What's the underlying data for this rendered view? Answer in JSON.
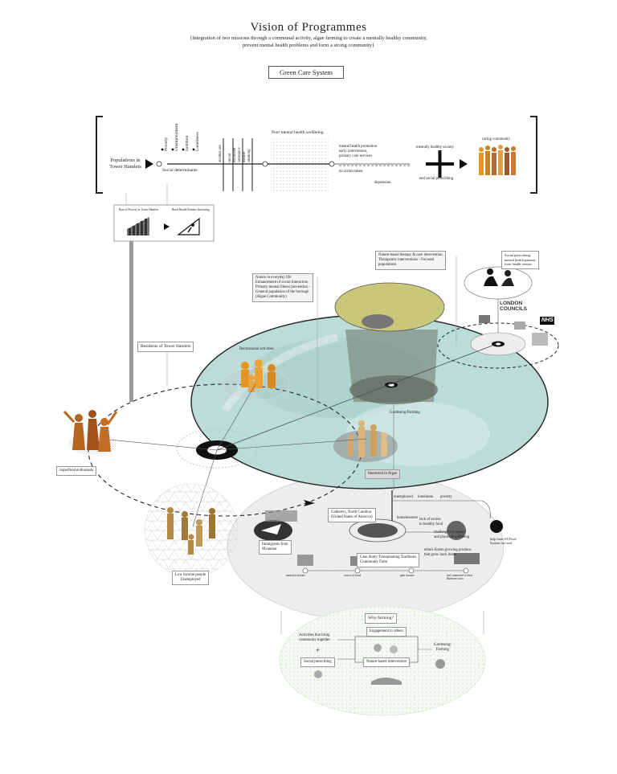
{
  "header": {
    "title": "Vision of Programmes",
    "subtitle_line1": "{Integration of two missions through a communal activity, algae farming to create a mentally healthy community,",
    "subtitle_line2": "prevent mental health problems and form a strong community}",
    "system_label": "Green Care System"
  },
  "timeline": {
    "start_label": "Populations in Tower Hamlets",
    "determinants": [
      "Poverty",
      "Unemployment",
      "Isolation",
      "Loneliness"
    ],
    "social_determinants": "Social determinants",
    "factors": [
      "alcohol use",
      "social exclusion",
      "substance misuse",
      "smoking"
    ],
    "poor_wellbeing": "Poor mental health wellbeing",
    "promotion": [
      "mental health promotion",
      "early intervention,",
      "primary care services"
    ],
    "no_action": "no action taken",
    "depression": "depression",
    "healthy_society": "mentally healthy society",
    "end_label": "end social prescribing",
    "caring": "caring community"
  },
  "stats_box": {
    "left_label": "Rate of Poverty in Tower Hamlets",
    "right_label": "Rural Health Patients Increasing"
  },
  "labels": {
    "residents": "Residents of Tower Hamlets",
    "recreational": "Recreational activities",
    "everyday_life": [
      "Nature in everyday life",
      "Enhancement of social interaction",
      "Primary mental illness prevention -",
      "General population of the borough",
      "(Algae Community)"
    ],
    "nature_therapy": [
      "Nature-based therapy & care intervention",
      "Therapeutic interventions - Focused",
      "populations"
    ],
    "social_prescribing": [
      "Social prescribing-",
      "mental health patients",
      "from health centres"
    ],
    "london": "LONDON",
    "councils": "COUNCILS",
    "nhs": "NHS",
    "gardening": "Gardening/Farming",
    "interested": "Interested in Algae",
    "superfood": "Superfood enthusiasts",
    "low_income": [
      "Low income people",
      "Unemployed"
    ]
  },
  "lower": {
    "unemployed": "unemployed",
    "loneliness": "loneliness",
    "poverty": "poverty",
    "homeless": "homelessness",
    "lack_access": [
      "lack of access",
      "to healthy food"
    ],
    "challenged": [
      "challenged to mental",
      "and physical wellbeing"
    ],
    "help_from": [
      "help from US Food",
      "System for food"
    ],
    "gathering": [
      "Gatherers, North Carolina",
      "(United States of America)"
    ],
    "karen": [
      "ethnic Karen growing produce",
      "that grow back home"
    ],
    "immigrants": [
      "Immigrants from",
      "Myanmar"
    ],
    "case_study": [
      "Case Study:Transplanting Traditions",
      "Community Farm"
    ],
    "bottom_items": [
      "mental activities",
      "source of food",
      "gain income",
      "feel connected to their Burmese roots"
    ]
  },
  "why": {
    "title": "Why farming?",
    "activities": [
      "Activities that bring",
      "community together"
    ],
    "plus": "+",
    "social": "Social prescribing",
    "engagement": "Engagement to others",
    "nature": "Nature-based intervention",
    "garden": [
      "Gardening/",
      "Farming"
    ]
  },
  "colors": {
    "teal": "#bcdcd8",
    "orange": "#e69522",
    "brown": "#b5651d",
    "gold": "#b48a45",
    "olive": "#c9c77a"
  }
}
